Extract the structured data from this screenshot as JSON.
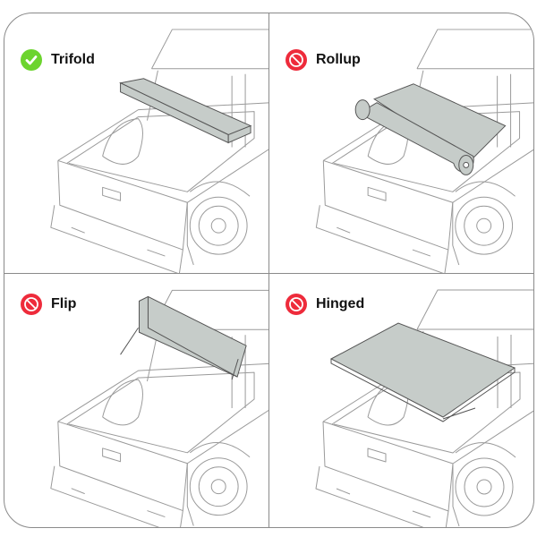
{
  "panels": [
    {
      "title": "Trifold",
      "status": "check",
      "status_icon": "check-circle-icon"
    },
    {
      "title": "Rollup",
      "status": "no",
      "status_icon": "prohibited-icon"
    },
    {
      "title": "Flip",
      "status": "no",
      "status_icon": "prohibited-icon"
    },
    {
      "title": "Hinged",
      "status": "no",
      "status_icon": "prohibited-icon"
    }
  ],
  "colors": {
    "check": "#6cd42e",
    "no": "#ee2b3b",
    "cover": "#c6ccc9",
    "line": "#9a9a9a",
    "border": "#8a8a8a"
  }
}
